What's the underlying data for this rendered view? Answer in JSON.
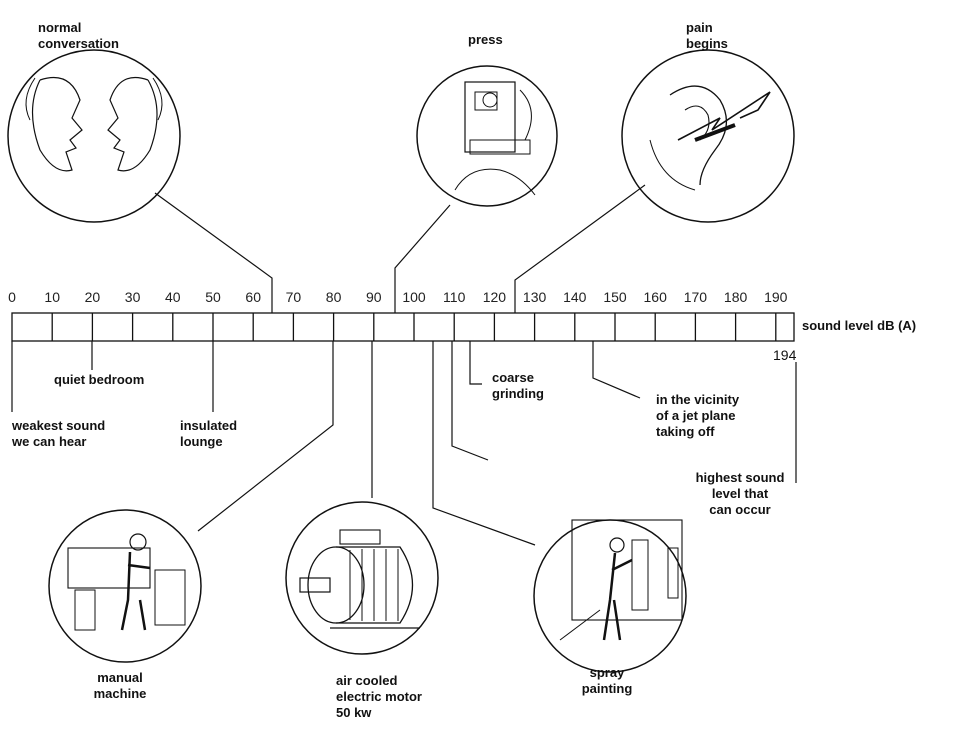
{
  "scale": {
    "ticks": [
      "0",
      "10",
      "20",
      "30",
      "40",
      "50",
      "60",
      "70",
      "80",
      "90",
      "100",
      "110",
      "120",
      "130",
      "140",
      "150",
      "160",
      "170",
      "180",
      "190"
    ],
    "unit_label": "sound level dB (A)",
    "max_label": "194"
  },
  "labels": {
    "normal_conversation": "normal\nconversation",
    "press": "press",
    "pain_begins": "pain\nbegins",
    "quiet_bedroom": "quiet bedroom",
    "weakest_sound": "weakest sound\nwe can hear",
    "insulated_lounge": "insulated\nlounge",
    "coarse_grinding": "coarse\ngrinding",
    "jet_plane": "in the vicinity\nof a jet plane\ntaking off",
    "highest_sound": "highest sound\nlevel that\ncan occur",
    "manual_machine": "manual\nmachine",
    "electric_motor": "air cooled\nelectric motor\n50 kw",
    "spray_painting": "spray\npainting"
  },
  "illustrations": {
    "conversation": "two-faces-icon",
    "press": "press-machine-icon",
    "pain": "ear-icon",
    "lathe": "lathe-worker-icon",
    "motor": "electric-motor-icon",
    "spray": "spray-painter-icon"
  }
}
